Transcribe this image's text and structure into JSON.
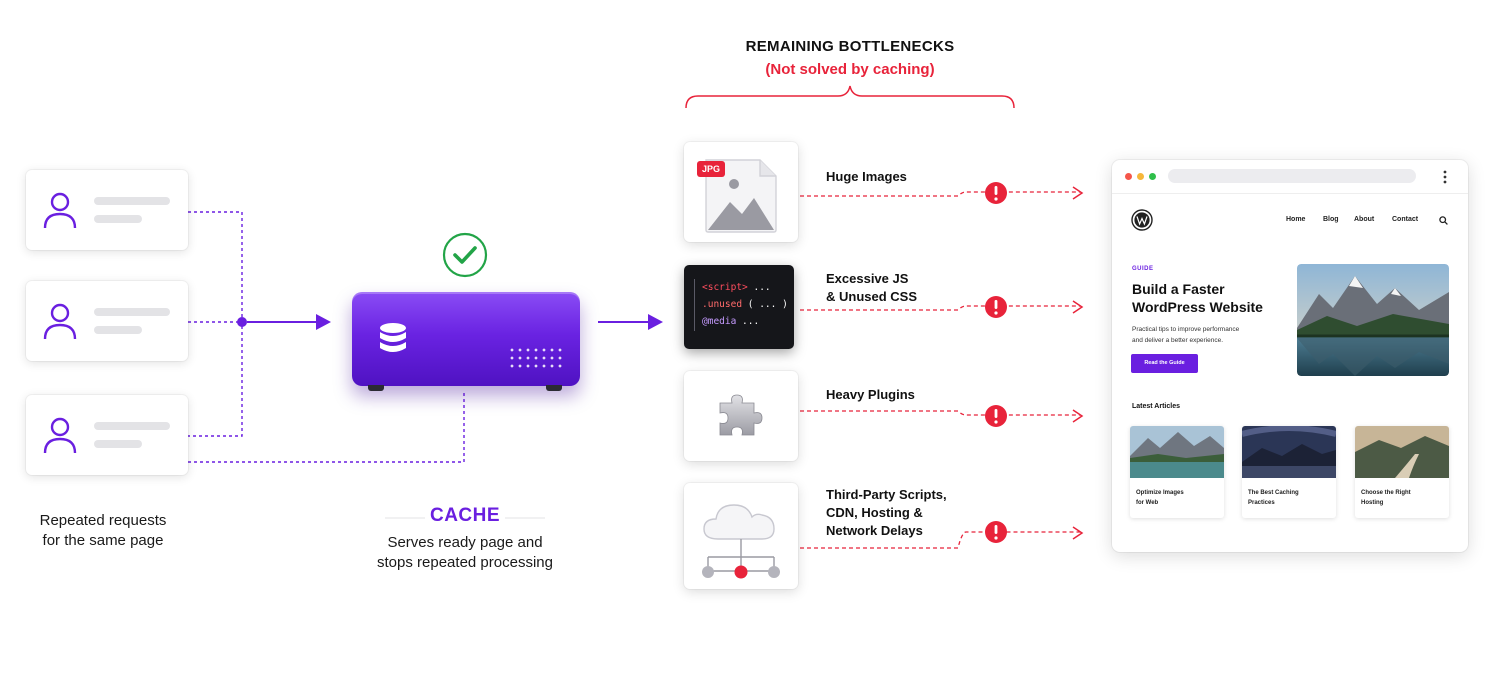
{
  "requests": {
    "caption_line1": "Repeated requests",
    "caption_line2": "for the same page"
  },
  "cache": {
    "title": "CACHE",
    "desc_line1": "Serves ready page and",
    "desc_line2": "stops repeated processing"
  },
  "bottlenecks": {
    "title": "REMAINING BOTTLENECKS",
    "subtitle": "(Not solved by caching)",
    "items": [
      {
        "lines": [
          "Huge Images"
        ],
        "icon": "image-file-icon",
        "badge": "JPG"
      },
      {
        "lines": [
          "Excessive JS",
          "& Unused CSS"
        ],
        "icon": "code-icon",
        "code": [
          "<script>",
          " ...",
          ".unused",
          " ( ... )",
          "@media",
          " ..."
        ]
      },
      {
        "lines": [
          "Heavy Plugins"
        ],
        "icon": "puzzle-icon"
      },
      {
        "lines": [
          "Third-Party Scripts,",
          "CDN, Hosting &",
          "Network Delays"
        ],
        "icon": "cloud-network-icon"
      }
    ]
  },
  "browser": {
    "nav": [
      "Home",
      "Blog",
      "About",
      "Contact"
    ],
    "tag": "GUIDE",
    "hero_title_line1": "Build a Faster",
    "hero_title_line2": "WordPress Website",
    "hero_desc_line1": "Practical tips to improve performance",
    "hero_desc_line2": "and deliver a better experience.",
    "cta": "Read the Guide",
    "latest": "Latest Articles",
    "articles": [
      {
        "line1": "Optimize Images",
        "line2": "for Web"
      },
      {
        "line1": "The Best Caching",
        "line2": "Practices"
      },
      {
        "line1": "Choose the Right",
        "line2": "Hosting"
      }
    ]
  },
  "colors": {
    "purple": "#6a1fe0",
    "red": "#e8233a",
    "green": "#22a447"
  }
}
